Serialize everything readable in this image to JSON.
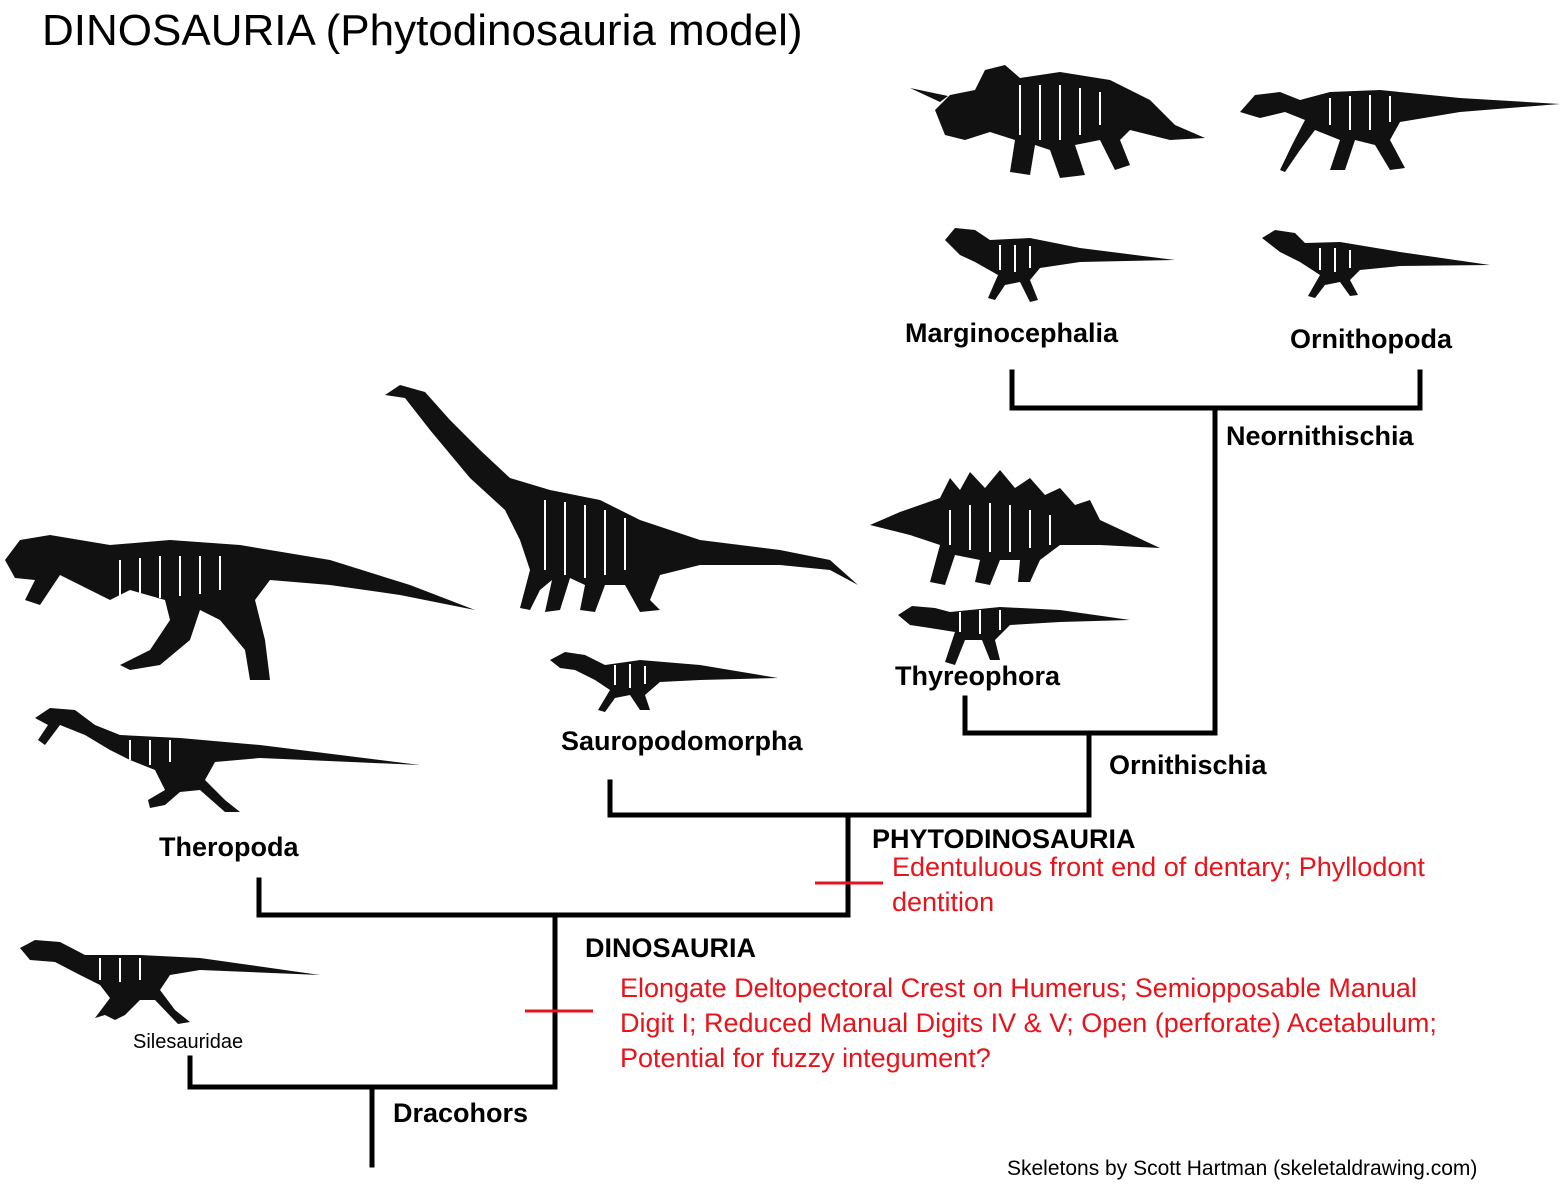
{
  "title": "DINOSAURIA (Phytodinosauria model)",
  "clades": {
    "marginocephalia": "Marginocephalia",
    "ornithopoda": "Ornithopoda",
    "neornithischia": "Neornithischia",
    "thyreophora": "Thyreophora",
    "ornithischia": "Ornithischia",
    "sauropodomorpha": "Sauropodomorpha",
    "phytodinosauria": "PHYTODINOSAURIA",
    "theropoda": "Theropoda",
    "dinosauria": "DINOSAURIA",
    "silesauridae": "Silesauridae",
    "dracohors": "Dracohors"
  },
  "synapomorphies": {
    "phytodinosauria": "Edentuluous front end of dentary; Phyllodont dentition",
    "dinosauria": "Elongate Deltopectoral Crest on Humerus; Semiopposable Manual Digit I; Reduced Manual Digits IV & V; Open (perforate) Acetabulum; Potential for fuzzy integument?"
  },
  "credit": "Skeletons by Scott Hartman (skeletaldrawing.com)",
  "colors": {
    "branch": "#000000",
    "synapomorphy": "#e8141b"
  },
  "icons": [
    "triceratops-skeleton",
    "hadrosaur-skeleton",
    "small-marginocephalian-skeleton",
    "small-ornithopod-skeleton",
    "stegosaurus-skeleton",
    "small-thyreophoran-skeleton",
    "sauropod-skeleton",
    "basal-sauropodomorph-skeleton",
    "tyrannosaur-skeleton",
    "small-theropod-skeleton",
    "silesaurid-skeleton"
  ]
}
